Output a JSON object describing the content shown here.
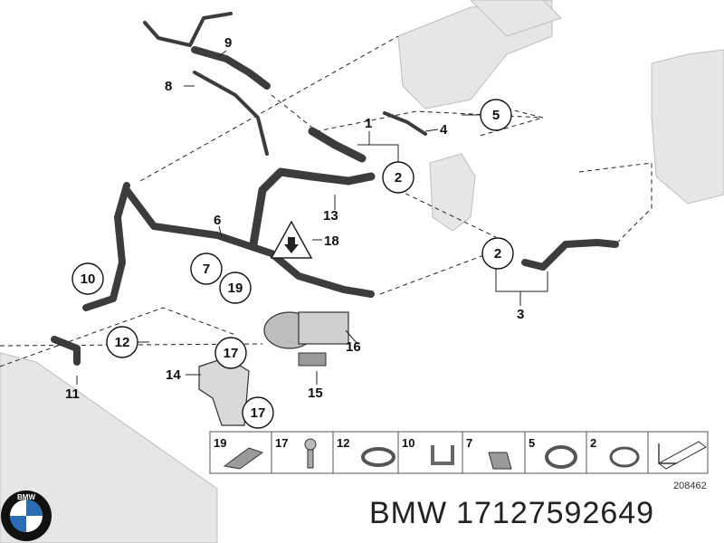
{
  "callouts": [
    {
      "id": "c9",
      "label": "9"
    },
    {
      "id": "c8",
      "label": "8"
    },
    {
      "id": "c1",
      "label": "1"
    },
    {
      "id": "c4",
      "label": "4"
    },
    {
      "id": "c5",
      "label": "5"
    },
    {
      "id": "c2a",
      "label": "2"
    },
    {
      "id": "c13",
      "label": "13"
    },
    {
      "id": "c6",
      "label": "6"
    },
    {
      "id": "c18",
      "label": "18"
    },
    {
      "id": "c7",
      "label": "7"
    },
    {
      "id": "c19",
      "label": "19"
    },
    {
      "id": "c10",
      "label": "10"
    },
    {
      "id": "c12",
      "label": "12"
    },
    {
      "id": "c11",
      "label": "11"
    },
    {
      "id": "c17a",
      "label": "17"
    },
    {
      "id": "c14",
      "label": "14"
    },
    {
      "id": "c16",
      "label": "16"
    },
    {
      "id": "c15",
      "label": "15"
    },
    {
      "id": "c17b",
      "label": "17"
    },
    {
      "id": "c2b",
      "label": "2"
    },
    {
      "id": "c3",
      "label": "3"
    }
  ],
  "legend": {
    "items": [
      "19",
      "17",
      "12",
      "10",
      "7",
      "5",
      "2"
    ],
    "drawing_code": "208462"
  },
  "brand": {
    "logo_text": "BMW",
    "name": "BMW",
    "part_number": "17127592649"
  }
}
